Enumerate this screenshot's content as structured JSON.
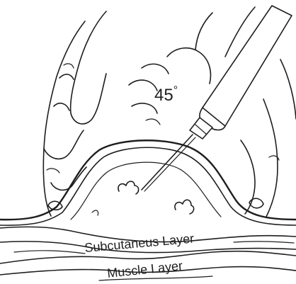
{
  "illustration": {
    "angle_label": "45",
    "degree_symbol": "°",
    "layer_labels": {
      "subcutaneous": "Subcutaneus Layer",
      "muscle": "Muscle Layer"
    }
  }
}
